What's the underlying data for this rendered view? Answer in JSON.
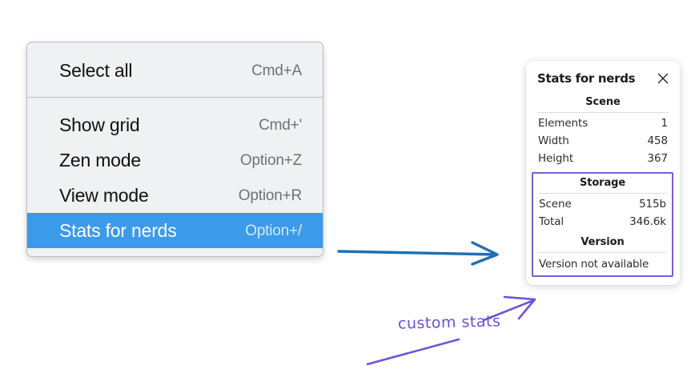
{
  "context_menu": {
    "groups": [
      {
        "items": [
          {
            "label": "Select all",
            "shortcut": "Cmd+A",
            "selected": false
          }
        ]
      },
      {
        "items": [
          {
            "label": "Show grid",
            "shortcut": "Cmd+'",
            "selected": false
          },
          {
            "label": "Zen mode",
            "shortcut": "Option+Z",
            "selected": false
          },
          {
            "label": "View mode",
            "shortcut": "Option+R",
            "selected": false
          },
          {
            "label": "Stats for nerds",
            "shortcut": "Option+/",
            "selected": true
          }
        ]
      }
    ],
    "highlight_color": "#3c9aeb",
    "background_color": "#f0f1f3"
  },
  "stats_panel": {
    "title": "Stats for nerds",
    "close_icon": "close-icon",
    "sections": [
      {
        "heading": "Scene",
        "rows": [
          {
            "key": "Elements",
            "value": "1"
          },
          {
            "key": "Width",
            "value": "458"
          },
          {
            "key": "Height",
            "value": "367"
          }
        ]
      },
      {
        "heading": "Storage",
        "rows": [
          {
            "key": "Scene",
            "value": "515b"
          },
          {
            "key": "Total",
            "value": "346.6k"
          }
        ]
      },
      {
        "heading": "Version",
        "text": "Version not available"
      }
    ],
    "highlight_border_color": "#7c5cd6"
  },
  "annotations": {
    "caption": "custom stats",
    "caption_color": "#6b4fd8",
    "blue_arrow_color": "#1f6fb5",
    "purple_arrow_color": "#7352d9"
  }
}
